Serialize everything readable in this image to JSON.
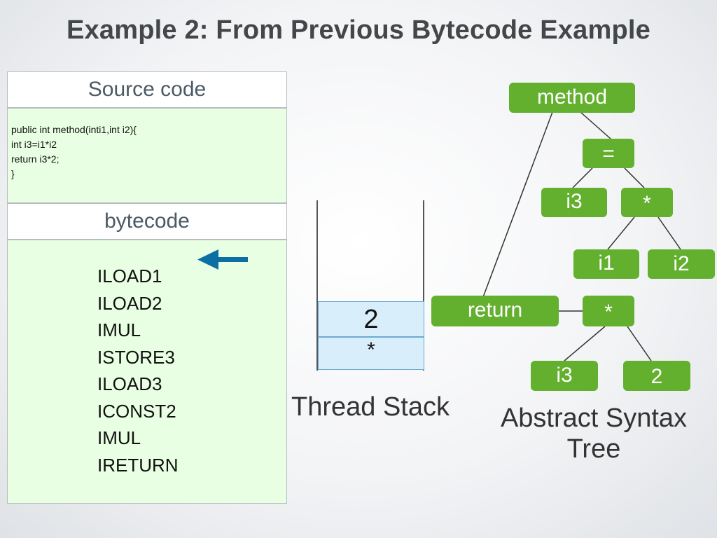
{
  "slide": {
    "title": "Example 2: From Previous Bytecode Example"
  },
  "source_panel": {
    "header": "Source code",
    "lines": [
      "public int method(inti1,int i2){",
      "int i3=i1*i2",
      "return i3*2;",
      "}"
    ]
  },
  "bytecode_panel": {
    "header": "bytecode",
    "instructions": [
      "ILOAD1",
      "ILOAD2",
      "IMUL",
      "ISTORE3",
      "ILOAD3",
      "ICONST2",
      "IMUL",
      "IRETURN"
    ],
    "pointer_icon": "left-arrow-icon",
    "pointer_color": "#0b6fa4"
  },
  "thread_stack": {
    "label": "Thread Stack",
    "cells": [
      "2",
      "*"
    ]
  },
  "ast": {
    "label_line1": "Abstract Syntax",
    "label_line2": "Tree",
    "node_color": "#62b02e",
    "nodes": {
      "method": "method",
      "assign": "=",
      "i3_assign": "i3",
      "mul_assign": "*",
      "i1": "i1",
      "i2": "i2",
      "return": "return",
      "mul_return": "*",
      "i3_return": "i3",
      "const_2": "2"
    }
  }
}
